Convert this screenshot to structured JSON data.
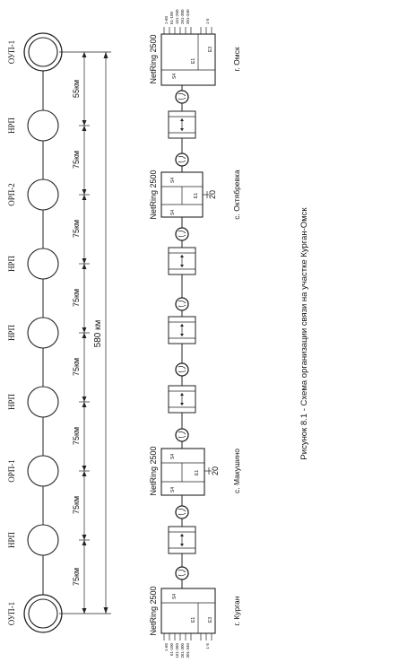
{
  "caption": "Рисунок 8.1 - Схема организации связи на участке Курган-Омск",
  "chain": {
    "stations": [
      "ОУП-1",
      "НРП",
      "ОРП-1",
      "НРП",
      "НРП",
      "НРП",
      "ОРП-2",
      "НРП",
      "ОУП-1"
    ],
    "spans": [
      "75км",
      "75км",
      "75км",
      "75км",
      "75км",
      "75км",
      "75км",
      "55км"
    ],
    "total": "580 км"
  },
  "nodes": [
    {
      "name": "NetRing 2500",
      "city": "г. Курган",
      "port_s": "S4",
      "port_e1": "E1",
      "port_e3": "E3",
      "channels": [
        "1-60",
        "61-100",
        "161-260",
        "261-300",
        "301-340"
      ],
      "range": "1-5"
    },
    {
      "name": "NetRing 2500",
      "city": "с. Макушино",
      "port_s_top": "S4",
      "port_s_bottom": "S4",
      "port_e1": "E1",
      "count": "20"
    },
    {
      "name": "NetRing 2500",
      "city": "с. Октябревка",
      "port_s_top": "S4",
      "port_s_bottom": "S4",
      "port_e1": "E1",
      "count": "20"
    },
    {
      "name": "NetRing 2500",
      "city": "г. Омск",
      "port_s": "S4",
      "port_e1": "E1",
      "port_e3": "E3",
      "channels": [
        "1-60",
        "61-100",
        "161-260",
        "261-300",
        "301-340"
      ],
      "range": "1-5"
    }
  ]
}
